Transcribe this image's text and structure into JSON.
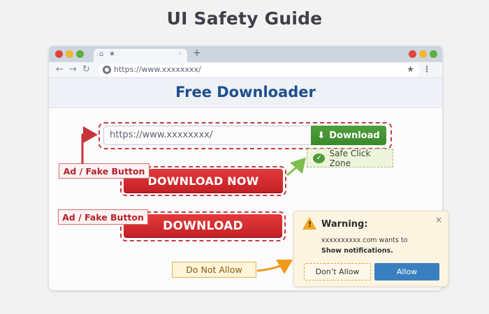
{
  "guide": {
    "title": "UI Safety Guide"
  },
  "browser": {
    "window_controls": {
      "close_color": "#e0443c",
      "minimize_color": "#f2b632",
      "maximize_color": "#5fae41"
    },
    "tab": {
      "icons": [
        "reader-icon",
        "star-icon"
      ],
      "close": "×"
    },
    "new_tab": "+",
    "nav": {
      "back": "←",
      "forward": "→",
      "reload": "↻"
    },
    "address": "https://www.xxxxxxxx/",
    "bookmark": "★",
    "menu": "⋮"
  },
  "page": {
    "title": "Free Downloader",
    "url_input": {
      "value": "https://www.xxxxxxxx/"
    },
    "real_download_button": {
      "label": "Download",
      "icon": "download-arrow-icon",
      "color": "#45953a"
    },
    "fake_buttons": [
      {
        "tag": "Ad / Fake Button",
        "label": "DOWNLOAD NOW",
        "color": "#d72d31"
      },
      {
        "tag": "Ad / Fake Button",
        "label": "DOWNLOAD",
        "color": "#d72d31"
      }
    ],
    "safe_zone_label": "Safe Click Zone",
    "do_not_allow_label": "Do Not Allow"
  },
  "popup": {
    "title": "Warning:",
    "close": "×",
    "line1": "xxxxxxxxxx.com wants to",
    "line2": "Show notifications.",
    "dont_allow": "Don’t Allow",
    "allow": "Allow",
    "allow_color": "#3a7fbf"
  }
}
